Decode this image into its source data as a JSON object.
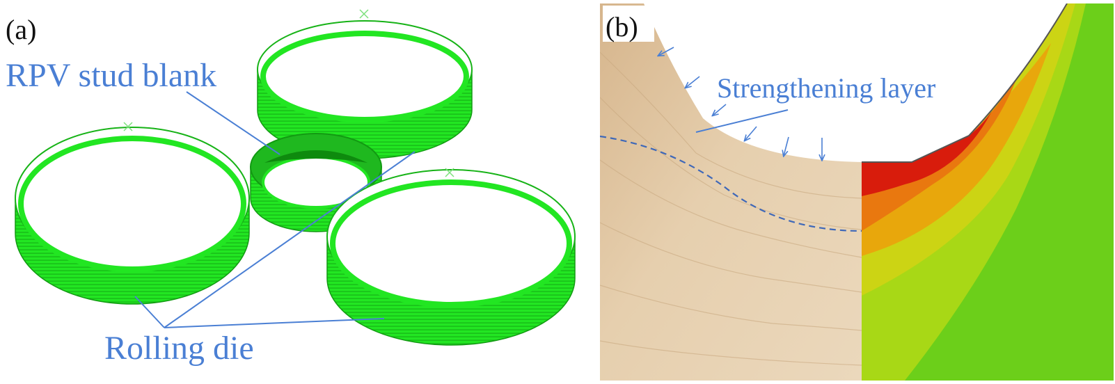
{
  "figure": {
    "panel_a": {
      "label": "(a)",
      "callouts": {
        "blank": "RPV stud blank",
        "die": "Rolling die"
      }
    },
    "panel_b": {
      "label": "(b)",
      "callouts": {
        "layer": "Strengthening layer"
      }
    }
  },
  "colors": {
    "die_green": "#22e622",
    "die_dark": "#129a12",
    "annotation_blue": "#4a7fd4",
    "sand": "#e3c9a4",
    "contour_red": "#d81c0c",
    "contour_orange": "#e9780f",
    "contour_yellow": "#ccd414",
    "contour_green": "#6ccf1a"
  }
}
